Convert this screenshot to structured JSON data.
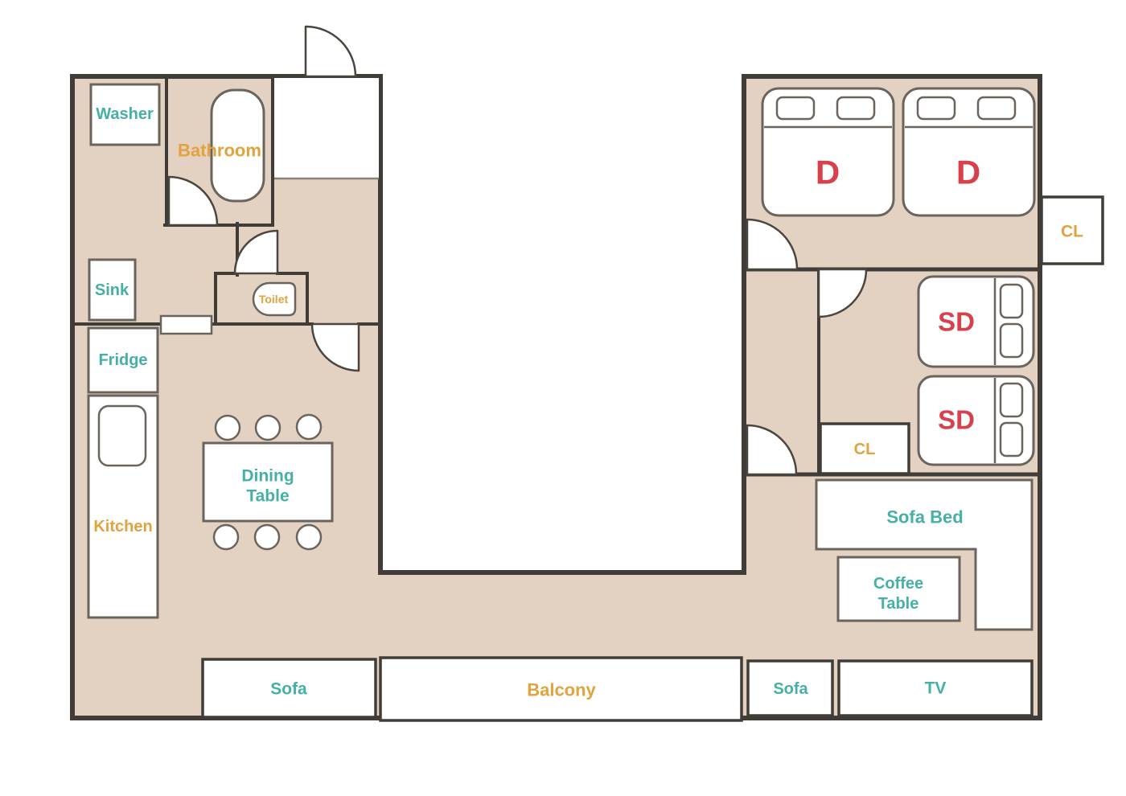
{
  "palette": {
    "bg": "#ffffff",
    "floor": "#e3d2c1",
    "wall": "#403c37",
    "furniture-border": "#6b645d",
    "door-stroke": "#4a453f",
    "teal": "#45b0a5",
    "orange": "#e2a23e",
    "red": "#d8414b"
  },
  "labels": {
    "washer": "Washer",
    "bathroom": "Bathroom",
    "sink": "Sink",
    "toilet": "Toilet",
    "fridge": "Fridge",
    "kitchen": "Kitchen",
    "dining_line1": "Dining",
    "dining_line2": "Table",
    "sofa_left": "Sofa",
    "balcony": "Balcony",
    "sofa_living": "Sofa",
    "tv": "TV",
    "bed_double_left": "D",
    "bed_double_right": "D",
    "closet_top": "CL",
    "bed_semidouble_top": "SD",
    "bed_semidouble_bottom": "SD",
    "closet_bedroom": "CL",
    "sofa_bed": "Sofa Bed",
    "coffee_line1": "Coffee",
    "coffee_line2": "Table"
  }
}
